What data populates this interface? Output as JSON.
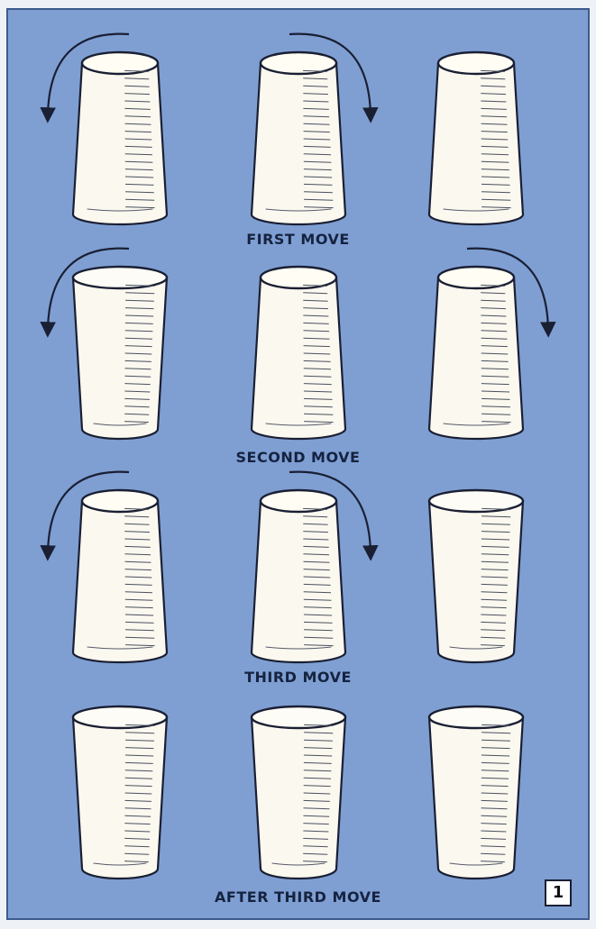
{
  "colors": {
    "panel": "#7f9fd3",
    "panel_border": "#3e5a8c",
    "cup_fill": "#fbf8ef",
    "cup_outline": "#1a1f33",
    "caption_text": "#15233f"
  },
  "steps": [
    {
      "caption": "FIRST MOVE",
      "cups": [
        {
          "orientation": "upside-down",
          "flip_arrow": "left"
        },
        {
          "orientation": "upside-down",
          "flip_arrow": "right"
        },
        {
          "orientation": "upside-down",
          "flip_arrow": "none"
        }
      ]
    },
    {
      "caption": "SECOND MOVE",
      "cups": [
        {
          "orientation": "upright",
          "flip_arrow": "left"
        },
        {
          "orientation": "upside-down",
          "flip_arrow": "none"
        },
        {
          "orientation": "upside-down",
          "flip_arrow": "right"
        }
      ]
    },
    {
      "caption": "THIRD MOVE",
      "cups": [
        {
          "orientation": "upside-down",
          "flip_arrow": "left"
        },
        {
          "orientation": "upside-down",
          "flip_arrow": "right"
        },
        {
          "orientation": "upright",
          "flip_arrow": "none"
        }
      ]
    },
    {
      "caption": "AFTER THIRD MOVE",
      "cups": [
        {
          "orientation": "upright",
          "flip_arrow": "none"
        },
        {
          "orientation": "upright",
          "flip_arrow": "none"
        },
        {
          "orientation": "upright",
          "flip_arrow": "none"
        }
      ]
    }
  ],
  "figure_number": "1"
}
